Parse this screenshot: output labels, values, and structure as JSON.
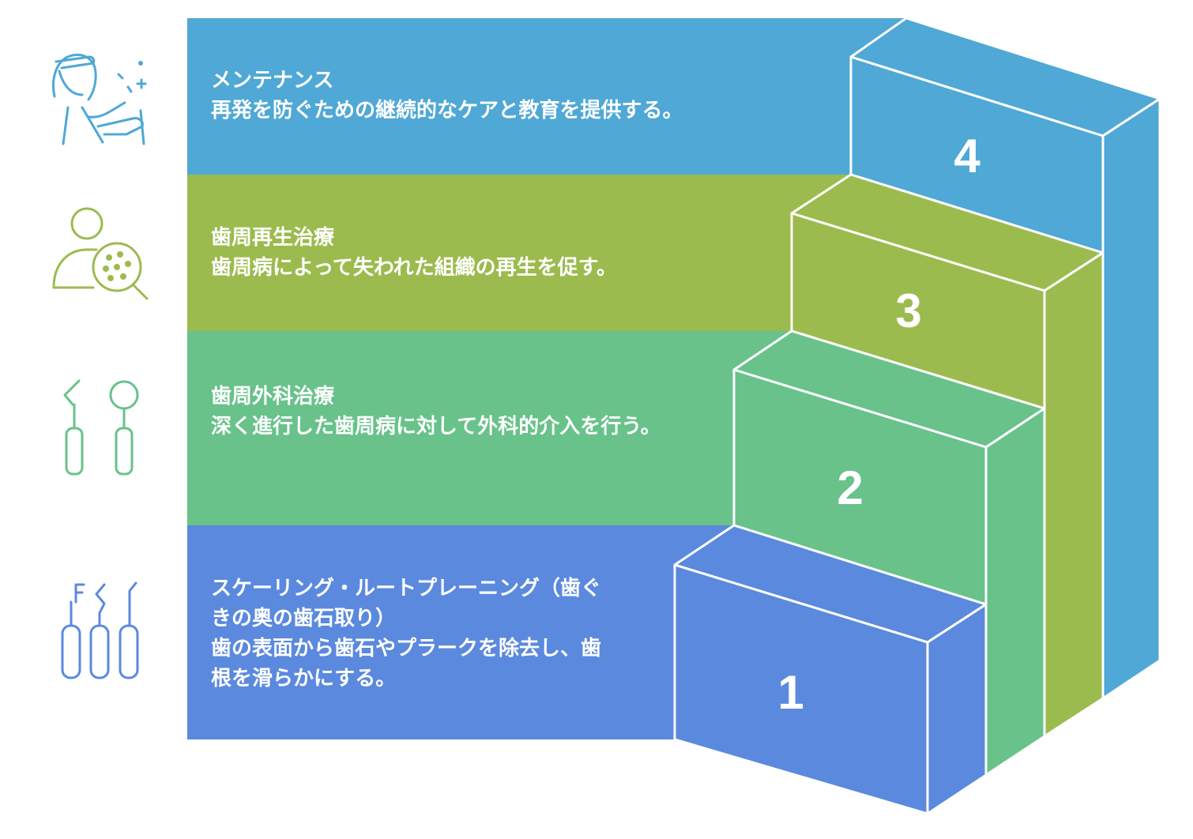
{
  "steps": [
    {
      "number": "1",
      "title": "スケーリング・ルートプレーニング（歯ぐきの奥の歯石取り）",
      "description": "歯の表面から歯石やプラークを除去し、歯根を滑らかにする。",
      "color": "#5B89DE",
      "icon": "dental-scalers-icon"
    },
    {
      "number": "2",
      "title": "歯周外科治療",
      "description": "深く進行した歯周病に対して外科的介入を行う。",
      "color": "#68C28A",
      "icon": "dental-mirror-probe-icon"
    },
    {
      "number": "3",
      "title": "歯周再生治療",
      "description": "歯周病によって失われた組織の再生を促す。",
      "color": "#9CBB4E",
      "icon": "person-magnifier-icon"
    },
    {
      "number": "4",
      "title": "メンテナンス",
      "description": "再発を防ぐための継続的なケアと教育を提供する。",
      "color": "#4FA8D5",
      "icon": "dental-patient-care-icon"
    }
  ]
}
